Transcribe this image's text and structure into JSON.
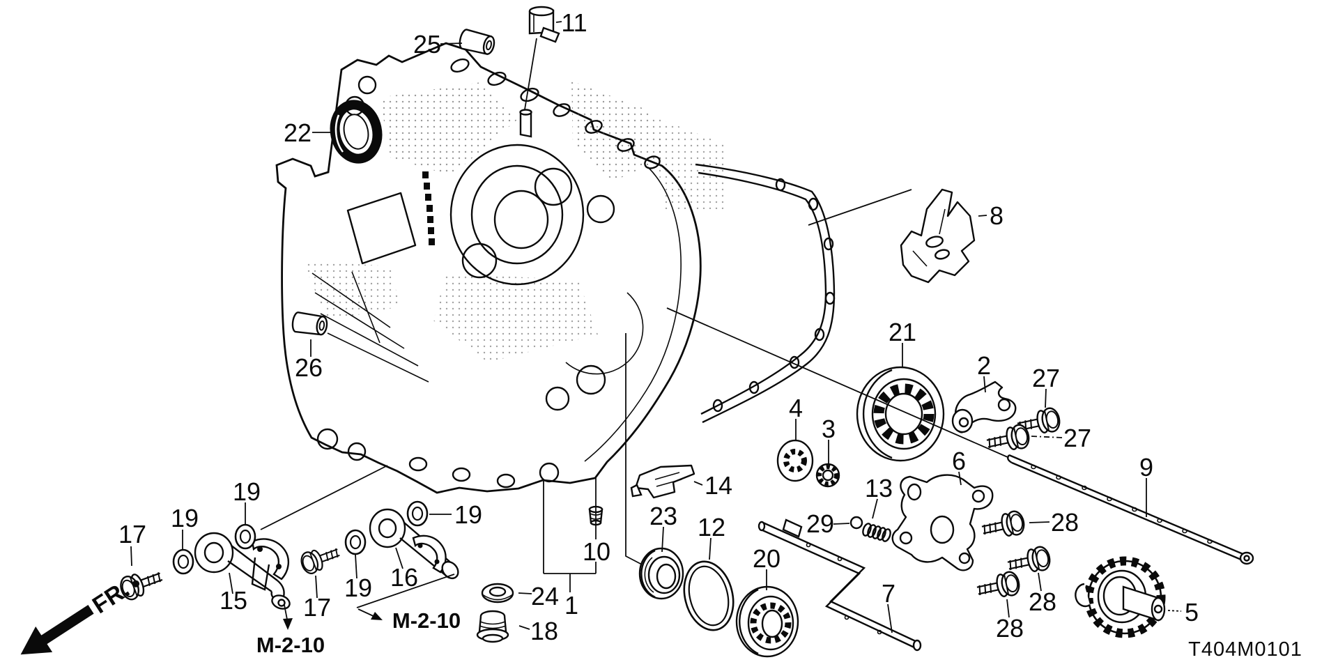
{
  "diagram": {
    "code": "T404M0101",
    "front_indicator": "FR.",
    "references": {
      "ref1": "M-2-10",
      "ref2": "M-2-10"
    },
    "callouts": {
      "part1": "1",
      "part2": "2",
      "part3": "3",
      "part4": "4",
      "part5": "5",
      "part6": "6",
      "part7": "7",
      "part8": "8",
      "part9": "9",
      "part10": "10",
      "part11": "11",
      "part12": "12",
      "part13": "13",
      "part14": "14",
      "part15": "15",
      "part16": "16",
      "part17a": "17",
      "part17b": "17",
      "part18": "18",
      "part19a": "19",
      "part19b": "19",
      "part19c": "19",
      "part19d": "19",
      "part20": "20",
      "part21": "21",
      "part22": "22",
      "part23": "23",
      "part24": "24",
      "part25": "25",
      "part26": "26",
      "part27a": "27",
      "part27b": "27",
      "part28a": "28",
      "part28b": "28",
      "part28c": "28",
      "part29": "29"
    }
  }
}
